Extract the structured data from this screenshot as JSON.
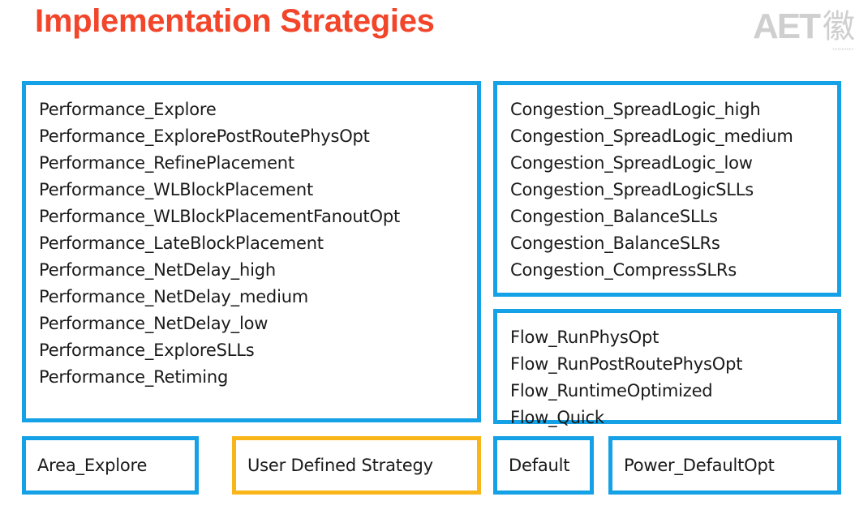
{
  "header": {
    "title": "Implementation Strategies",
    "logo": {
      "text": "AET",
      "cjk": "徽",
      "url": "www"
    }
  },
  "colors": {
    "title": "#f2452a",
    "box_blue": "#15a1e5",
    "box_orange": "#f9b61a",
    "text": "#1a1a1a",
    "logo_gray": "#cfcfcf",
    "background": "#ffffff"
  },
  "groups": {
    "performance": {
      "border_color": "#15a1e5",
      "items": [
        "Performance_Explore",
        "Performance_ExplorePostRoutePhysOpt",
        "Performance_RefinePlacement",
        "Performance_WLBlockPlacement",
        "Performance_WLBlockPlacementFanoutOpt",
        "Performance_LateBlockPlacement",
        "Performance_NetDelay_high",
        "Performance_NetDelay_medium",
        "Performance_NetDelay_low",
        "Performance_ExploreSLLs",
        "Performance_Retiming"
      ]
    },
    "congestion": {
      "border_color": "#15a1e5",
      "items": [
        "Congestion_SpreadLogic_high",
        "Congestion_SpreadLogic_medium",
        "Congestion_SpreadLogic_low",
        "Congestion_SpreadLogicSLLs",
        "Congestion_BalanceSLLs",
        "Congestion_BalanceSLRs",
        "Congestion_CompressSLRs"
      ]
    },
    "flow": {
      "border_color": "#15a1e5",
      "items": [
        "Flow_RunPhysOpt",
        "Flow_RunPostRoutePhysOpt",
        "Flow_RuntimeOptimized",
        "Flow_Quick"
      ]
    }
  },
  "chips": {
    "area": {
      "label": "Area_Explore",
      "border_color": "#15a1e5"
    },
    "user_defined": {
      "label": "User Defined Strategy",
      "border_color": "#f9b61a"
    },
    "default": {
      "label": "Default",
      "border_color": "#15a1e5"
    },
    "power": {
      "label": "Power_DefaultOpt",
      "border_color": "#15a1e5"
    }
  }
}
